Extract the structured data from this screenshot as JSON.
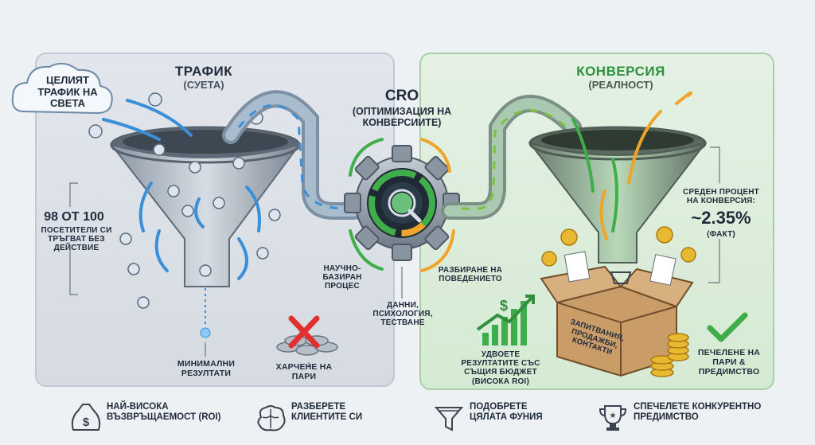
{
  "traffic": {
    "title": "ТРАФИК",
    "subtitle": "(СУЕТА)",
    "cloud_text": "ЦЕЛИЯТ ТРАФИК НА СВЕТА",
    "stat_big": "98 ОТ 100",
    "stat_small": "ПОСЕТИТЕЛИ СИ ТРЪГВАТ БЕЗ ДЕЙСТВИЕ",
    "min_results": "МИНИМАЛНИ РЕЗУЛТАТИ",
    "spending": "ХАРЧЕНЕ НА ПАРИ"
  },
  "cro": {
    "title": "CRO",
    "subtitle": "(ОПТИМИЗАЦИЯ НА КОНВЕРСИИТЕ)",
    "left_label": "НАУЧНО-БАЗИРАН ПРОЦЕС",
    "right_label": "РАЗБИРАНЕ НА ПОВЕДЕНИЕТО",
    "bottom_label": "ДАННИ, ПСИХОЛОГИЯ, ТЕСТВАНЕ"
  },
  "conversion": {
    "title": "КОНВЕРСИЯ",
    "subtitle": "(РЕАЛНОСТ)",
    "rate_label": "СРЕДЕН ПРОЦЕНТ НА КОНВЕРСИЯ:",
    "rate_value": "~2.35%",
    "rate_note": "(ФАКТ)",
    "box_text": "ЗАПИТВАНИЯ, ПРОДАЖБИ, КОНТАКТИ",
    "double_results": "УДВОЕТЕ РЕЗУЛТАТИТЕ СЪС СЪЩИЯ БЮДЖЕТ (ВИСОКА ROI)",
    "winning": "ПЕЧЕЛЕНЕ НА ПАРИ & ПРЕДИМСТВО"
  },
  "bottom": [
    {
      "icon": "money-bag-icon",
      "label": "НАЙ-ВИСОКА ВЪЗВРЪЩАЕМОСТ (ROI)"
    },
    {
      "icon": "brain-icon",
      "label": "РАЗБЕРЕТЕ КЛИЕНТИТЕ СИ"
    },
    {
      "icon": "funnel-icon",
      "label": "ПОДОБРЕТЕ ЦЯЛАТА ФУНИЯ"
    },
    {
      "icon": "trophy-icon",
      "label": "СПЕЧЕЛЕТЕ КОНКУРЕНТНО ПРЕДИМСТВО"
    }
  ],
  "colors": {
    "traffic_blue": "#3a8fd8",
    "cro_green": "#3fae4a",
    "cro_orange": "#f0a52a",
    "conversion_green": "#2f8f3f",
    "gold": "#e0a820",
    "red_x": "#e03030"
  }
}
